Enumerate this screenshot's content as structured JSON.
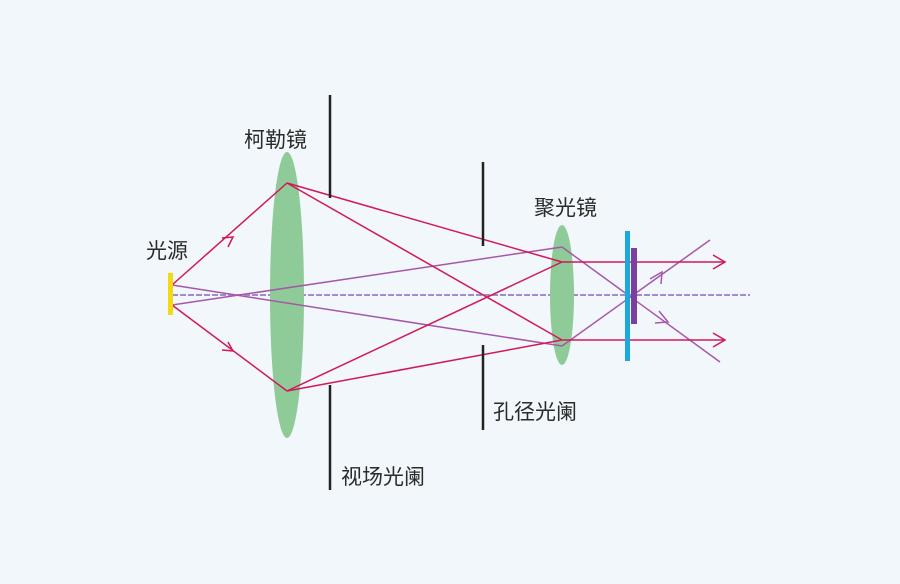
{
  "labels": {
    "light_source": "光源",
    "kohler_lens": "柯勒镜",
    "field_diaphragm": "视场光阑",
    "aperture_diaphragm": "孔径光阑",
    "condenser": "聚光镜"
  },
  "colors": {
    "background": "#f1f7fa",
    "lens": "#8fcb98",
    "ray_red": "#d2185a",
    "ray_purple": "#a657aa",
    "axis": "#9f8ccf",
    "source": "#f5d90e",
    "diaphragm": "#222222",
    "specimen_blue": "#1ba9dd",
    "specimen_purple": "#7a3fa0"
  }
}
